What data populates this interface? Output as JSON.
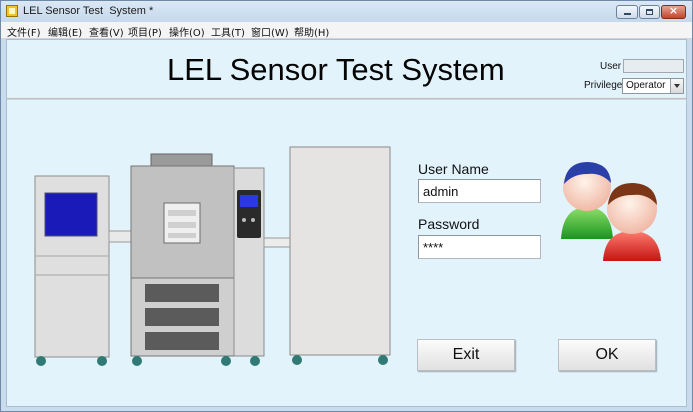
{
  "window": {
    "title": "LEL Sensor Test  System *",
    "controls": {
      "close_glyph": "×"
    }
  },
  "menu": {
    "items": [
      "文件(F)",
      "编辑(E)",
      "查看(V)",
      "项目(P)",
      "操作(O)",
      "工具(T)",
      "窗口(W)",
      "帮助(H)"
    ]
  },
  "header": {
    "title": "LEL Sensor Test System",
    "user_label": "User",
    "user_value": "",
    "privilege_label": "Privilege",
    "privilege_value": "Operator"
  },
  "login": {
    "username_label": "User Name",
    "username_value": "admin",
    "password_label": "Password",
    "password_value": "****"
  },
  "buttons": {
    "exit_label": "Exit",
    "ok_label": "OK"
  },
  "icons": {
    "equipment": "test-chamber-illustration",
    "users": "users-icon",
    "app": "labview-app-icon"
  },
  "colors": {
    "panel_background": "#e2f3fb",
    "titlebar": "#c9dcee",
    "screen_blue": "#1a1ab8",
    "user_green": "#2fae2f",
    "user_red": "#d92020"
  }
}
